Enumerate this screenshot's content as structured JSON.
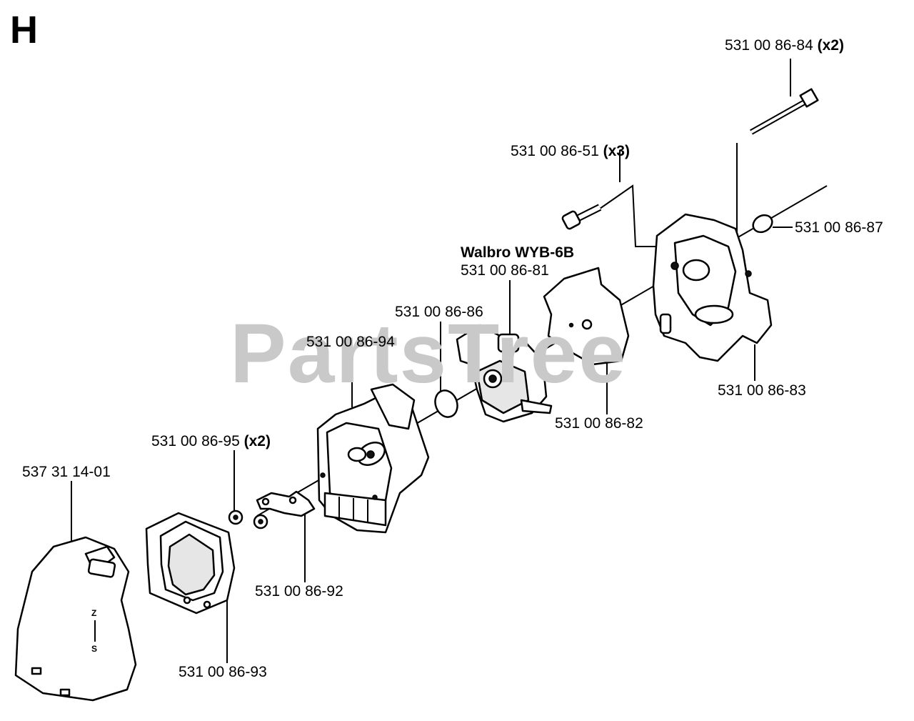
{
  "section_letter": "H",
  "watermark": "PartsTree",
  "parts": [
    {
      "id": "bolt_long",
      "number": "531 00 86-84",
      "qty": "(x2)"
    },
    {
      "id": "screw",
      "number": "531 00 86-51",
      "qty": "(x3)"
    },
    {
      "id": "oring_small",
      "number": "531 00 86-87",
      "qty": ""
    },
    {
      "id": "carb_brand",
      "number": "Walbro WYB-6B",
      "qty": ""
    },
    {
      "id": "carburetor",
      "number": "531 00 86-81",
      "qty": ""
    },
    {
      "id": "oring",
      "number": "531 00 86-86",
      "qty": ""
    },
    {
      "id": "filter_holder",
      "number": "531 00 86-94",
      "qty": ""
    },
    {
      "id": "gasket",
      "number": "531 00 86-82",
      "qty": ""
    },
    {
      "id": "intake_adapter",
      "number": "531 00 86-83",
      "qty": ""
    },
    {
      "id": "nut",
      "number": "531 00 86-95",
      "qty": "(x2)"
    },
    {
      "id": "cover",
      "number": "537 31 14-01",
      "qty": ""
    },
    {
      "id": "bracket",
      "number": "531 00 86-92",
      "qty": ""
    },
    {
      "id": "filter",
      "number": "531 00 86-93",
      "qty": ""
    }
  ]
}
